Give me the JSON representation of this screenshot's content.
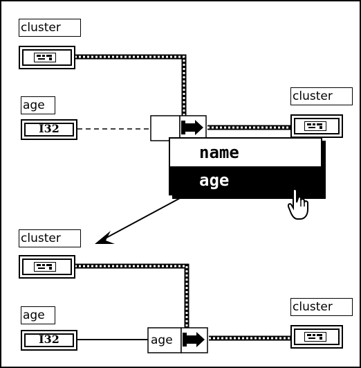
{
  "top_diagram": {
    "cluster_in_label": "cluster",
    "age_label": "age",
    "age_type": "I32",
    "cluster_out_label": "cluster",
    "popup_menu": {
      "items": [
        {
          "label": "name",
          "selected": false
        },
        {
          "label": "age",
          "selected": true
        }
      ]
    }
  },
  "bottom_diagram": {
    "cluster_in_label": "cluster",
    "age_label": "age",
    "age_type": "I32",
    "bundler_element_label": "age",
    "cluster_out_label": "cluster"
  },
  "icons": {
    "cluster_terminal": "cluster-terminal-icon",
    "bundle_by_name": "bundle-by-name-icon",
    "cursor": "hand-pointer-icon",
    "arrow": "transition-arrow-icon"
  }
}
